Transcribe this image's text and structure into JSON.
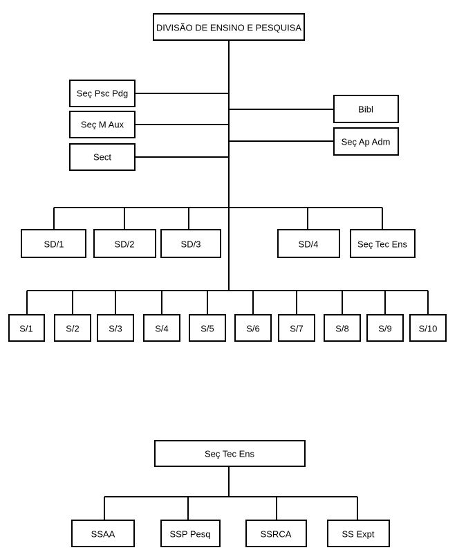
{
  "chart_a": {
    "root": "DIVISÃO DE ENSINO E PESQUISA",
    "staff_left": [
      "Seç Psc Pdg",
      "Seç M Aux",
      "Sect"
    ],
    "staff_right": [
      "Bibl",
      "Seç Ap Adm"
    ],
    "level_2": [
      "SD/1",
      "SD/2",
      "SD/3",
      "SD/4",
      "Seç Tec Ens"
    ],
    "level_3": [
      "S/1",
      "S/2",
      "S/3",
      "S/4",
      "S/5",
      "S/6",
      "S/7",
      "S/8",
      "S/9",
      "S/10"
    ]
  },
  "chart_b": {
    "root": "Seç Tec Ens",
    "children": [
      "SSAA",
      "SSP Pesq",
      "SSRCA",
      "SS Expt"
    ]
  }
}
